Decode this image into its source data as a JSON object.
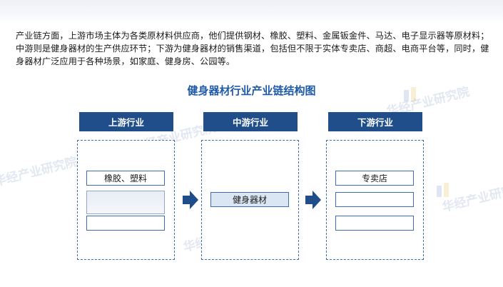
{
  "intro_text": "产业链方面，上游市场主体为各类原材料供应商，他们提供钢材、橡胶、塑料、金属钣金件、马达、电子显示器等原材料；中游则是健身器材的生产供应环节；下游为健身器材的销售渠道，包括但不限于实体专卖店、商超、电商平台等，同时，健身器材广泛应用于各种场景，如家庭、健身房、公园等。",
  "diagram_title": "健身器材行业产业链结构图",
  "columns": [
    {
      "header": "上游行业",
      "items": [
        "橡胶、塑料",
        "",
        ""
      ]
    },
    {
      "header": "中游行业",
      "items": [
        "健身器材"
      ]
    },
    {
      "header": "下游行业",
      "items": [
        "专卖店",
        "",
        ""
      ]
    }
  ],
  "watermark": "华经产业研究院",
  "colors": {
    "header_fill": "#1f4e8a",
    "title_text": "#1f5aa6",
    "border": "#3d6fb0",
    "highlight_fill": "#dbe6f4"
  }
}
